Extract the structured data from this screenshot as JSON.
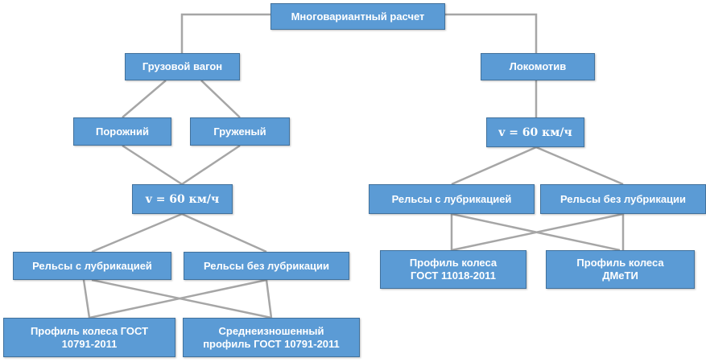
{
  "diagram": {
    "colors": {
      "node_fill": "#5b9bd5",
      "node_border": "#41719c",
      "node_text": "#ffffff",
      "connector": "#a6a6a6"
    },
    "root": "Многовариантный расчет",
    "wagon": {
      "title": "Грузовой вагон",
      "empty": "Порожний",
      "loaded": "Груженый",
      "speed": "v = 60 км/ч",
      "rails_lubricated": "Рельсы с лубрикацией",
      "rails_unlubricated": "Рельсы без лубрикации",
      "profile_gost": "Профиль колеса ГОСТ\n10791-2011",
      "profile_worn": "Среднеизношенный\nпрофиль ГОСТ 10791-2011"
    },
    "locomotive": {
      "title": "Локомотив",
      "speed": "v = 60 км/ч",
      "rails_lubricated": "Рельсы с лубрикацией",
      "rails_unlubricated": "Рельсы без лубрикации",
      "profile_gost": "Профиль колеса\nГОСТ 11018-2011",
      "profile_dmeti": "Профиль колеса\nДМеТИ"
    }
  }
}
